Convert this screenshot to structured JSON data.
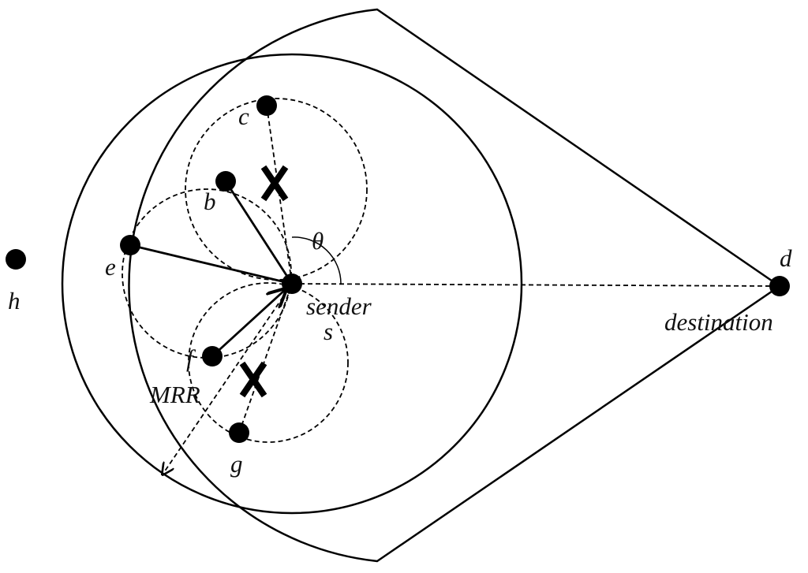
{
  "labels": {
    "c": "c",
    "b": "b",
    "e": "e",
    "h": "h",
    "f": "f",
    "g": "g",
    "d": "d",
    "theta": "θ",
    "sender": "sender",
    "s": "s",
    "destination": "destination",
    "mrr": "MRR"
  },
  "colors": {
    "ink": "#000000",
    "background": "#ffffff"
  }
}
